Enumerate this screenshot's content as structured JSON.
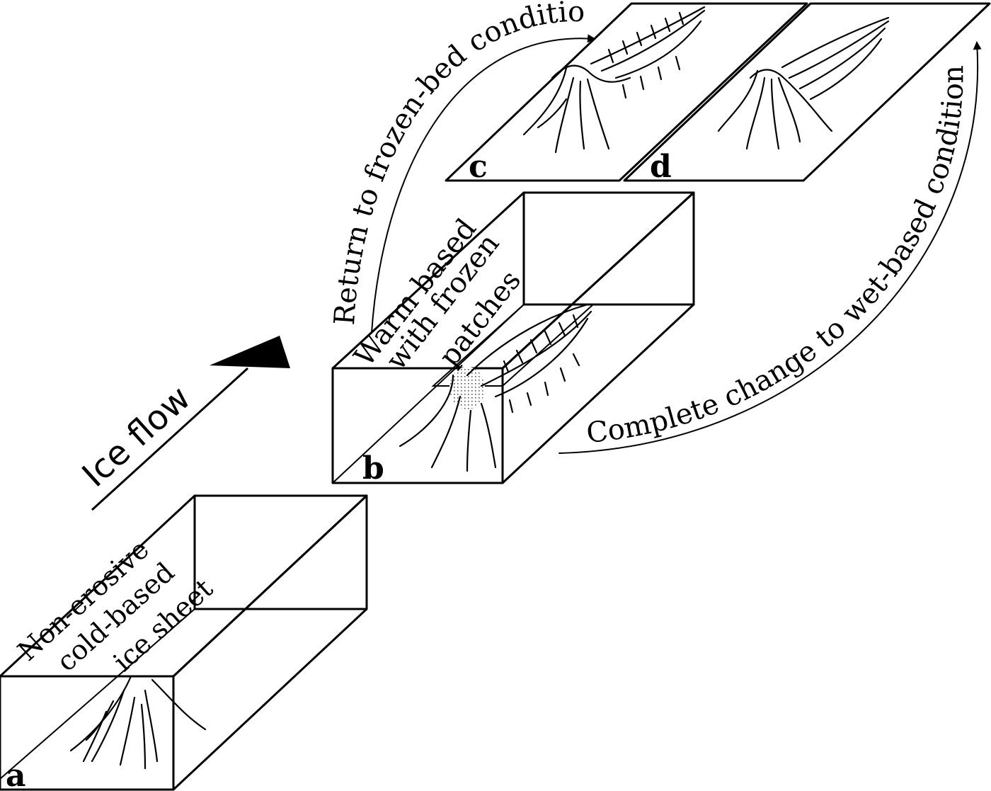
{
  "flow": {
    "label": "Ice flow"
  },
  "panels": {
    "a": {
      "letter": "a",
      "line1": "Non-erosive",
      "line2": "cold-based",
      "line3": "ice sheet"
    },
    "b": {
      "letter": "b",
      "line1": "Warm based",
      "line2": "with frozen",
      "line3": "patches"
    },
    "c": {
      "letter": "c"
    },
    "d": {
      "letter": "d"
    }
  },
  "arrows": {
    "to_c": "Return to frozen-bed conditions",
    "to_d": "Complete change to wet-based conditions"
  }
}
